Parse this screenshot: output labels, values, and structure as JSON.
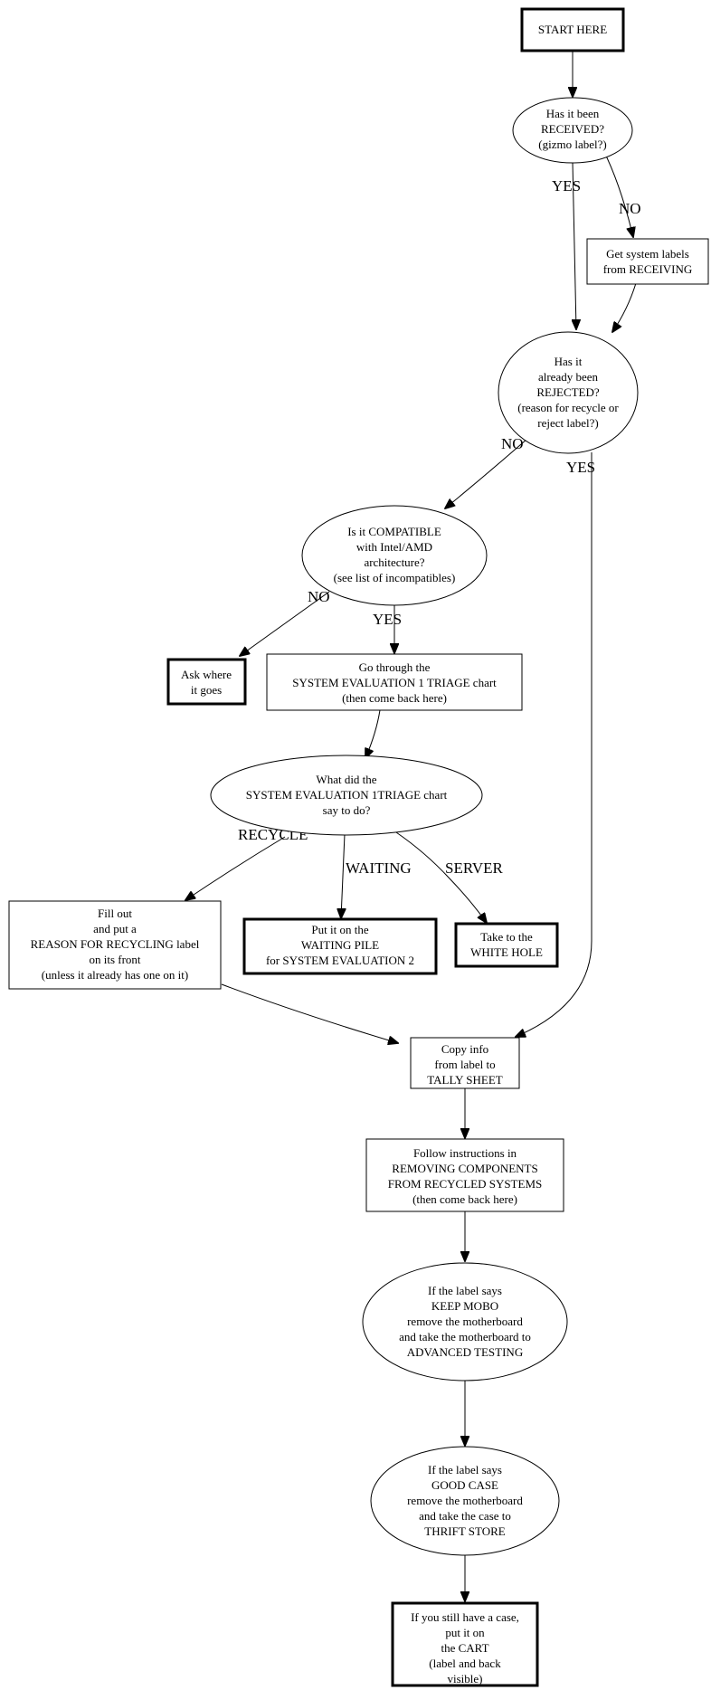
{
  "nodes": {
    "start": [
      "START HERE"
    ],
    "received": [
      "Has it been",
      "RECEIVED?",
      "(gizmo label?)"
    ],
    "get_labels": [
      "Get system labels",
      "from RECEIVING"
    ],
    "rejected": [
      "Has it",
      "already been",
      "REJECTED?",
      "(reason for recycle or",
      "reject label?)"
    ],
    "compatible": [
      "Is it COMPATIBLE",
      "with Intel/AMD",
      "architecture?",
      "(see list of incompatibles)"
    ],
    "ask_where": [
      "Ask where",
      "it goes"
    ],
    "triage": [
      "Go through the",
      "SYSTEM EVALUATION 1 TRIAGE chart",
      "(then come back here)"
    ],
    "what_did": [
      "What did the",
      "SYSTEM EVALUATION 1TRIAGE chart",
      "say to do?"
    ],
    "fill_out": [
      "Fill out",
      "and put a",
      "REASON FOR RECYCLING label",
      "on its front",
      "(unless it already has one on it)"
    ],
    "waiting_pile": [
      "Put it on the",
      "WAITING PILE",
      "for SYSTEM EVALUATION 2"
    ],
    "white_hole": [
      "Take to the",
      "WHITE HOLE"
    ],
    "tally": [
      "Copy info",
      "from label to",
      "TALLY SHEET"
    ],
    "follow": [
      "Follow instructions in",
      "REMOVING COMPONENTS",
      "FROM RECYCLED SYSTEMS",
      "(then come back here)"
    ],
    "keep_mobo": [
      "If the label says",
      "KEEP MOBO",
      "remove the motherboard",
      "and take the motherboard to",
      "ADVANCED TESTING"
    ],
    "good_case": [
      "If the label says",
      "GOOD CASE",
      "remove the motherboard",
      "and take the case to",
      "THRIFT STORE"
    ],
    "cart": [
      "If you still have a case,",
      "put it on",
      "the CART",
      "(label and back",
      "visible)"
    ]
  },
  "edge_labels": {
    "received_yes": "YES",
    "received_no": "NO",
    "rejected_no": "NO",
    "rejected_yes": "YES",
    "compatible_no": "NO",
    "compatible_yes": "YES",
    "recycle": "RECYCLE",
    "waiting": "WAITING",
    "server": "SERVER"
  }
}
